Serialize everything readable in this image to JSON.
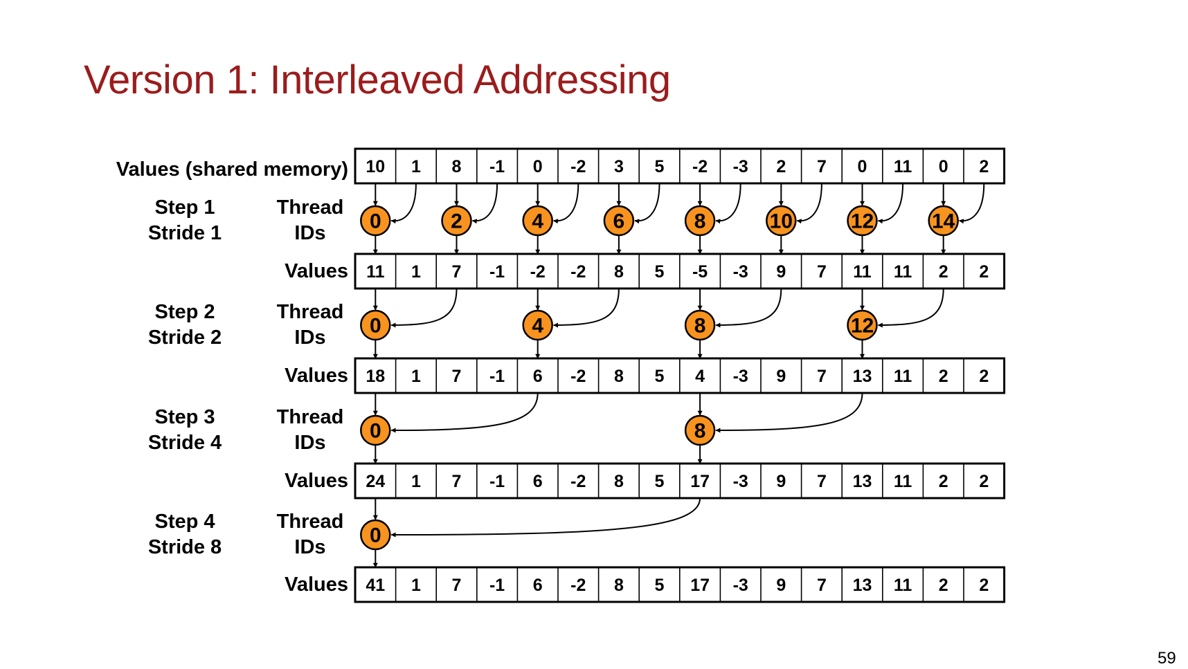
{
  "title": "Version 1: Interleaved Addressing",
  "page_number": "59",
  "colors": {
    "title": "#9b1c1c",
    "thread_fill": "#f7931e",
    "stroke": "#000000"
  },
  "initial_label": "Values (shared memory)",
  "values_label": "Values",
  "thread_label_line1": "Thread",
  "thread_label_line2": "IDs",
  "initial_values": [
    "10",
    "1",
    "8",
    "-1",
    "0",
    "-2",
    "3",
    "5",
    "-2",
    "-3",
    "2",
    "7",
    "0",
    "11",
    "0",
    "2"
  ],
  "steps": [
    {
      "step": "Step 1",
      "stride": "Stride 1",
      "thread_ids": [
        "0",
        "2",
        "4",
        "6",
        "8",
        "10",
        "12",
        "14"
      ],
      "values": [
        "11",
        "1",
        "7",
        "-1",
        "-2",
        "-2",
        "8",
        "5",
        "-5",
        "-3",
        "9",
        "7",
        "11",
        "11",
        "2",
        "2"
      ]
    },
    {
      "step": "Step 2",
      "stride": "Stride 2",
      "thread_ids": [
        "0",
        "4",
        "8",
        "12"
      ],
      "values": [
        "18",
        "1",
        "7",
        "-1",
        "6",
        "-2",
        "8",
        "5",
        "4",
        "-3",
        "9",
        "7",
        "13",
        "11",
        "2",
        "2"
      ]
    },
    {
      "step": "Step 3",
      "stride": "Stride 4",
      "thread_ids": [
        "0",
        "8"
      ],
      "values": [
        "24",
        "1",
        "7",
        "-1",
        "6",
        "-2",
        "8",
        "5",
        "17",
        "-3",
        "9",
        "7",
        "13",
        "11",
        "2",
        "2"
      ]
    },
    {
      "step": "Step 4",
      "stride": "Stride 8",
      "thread_ids": [
        "0"
      ],
      "values": [
        "41",
        "1",
        "7",
        "-1",
        "6",
        "-2",
        "8",
        "5",
        "17",
        "-3",
        "9",
        "7",
        "13",
        "11",
        "2",
        "2"
      ]
    }
  ]
}
